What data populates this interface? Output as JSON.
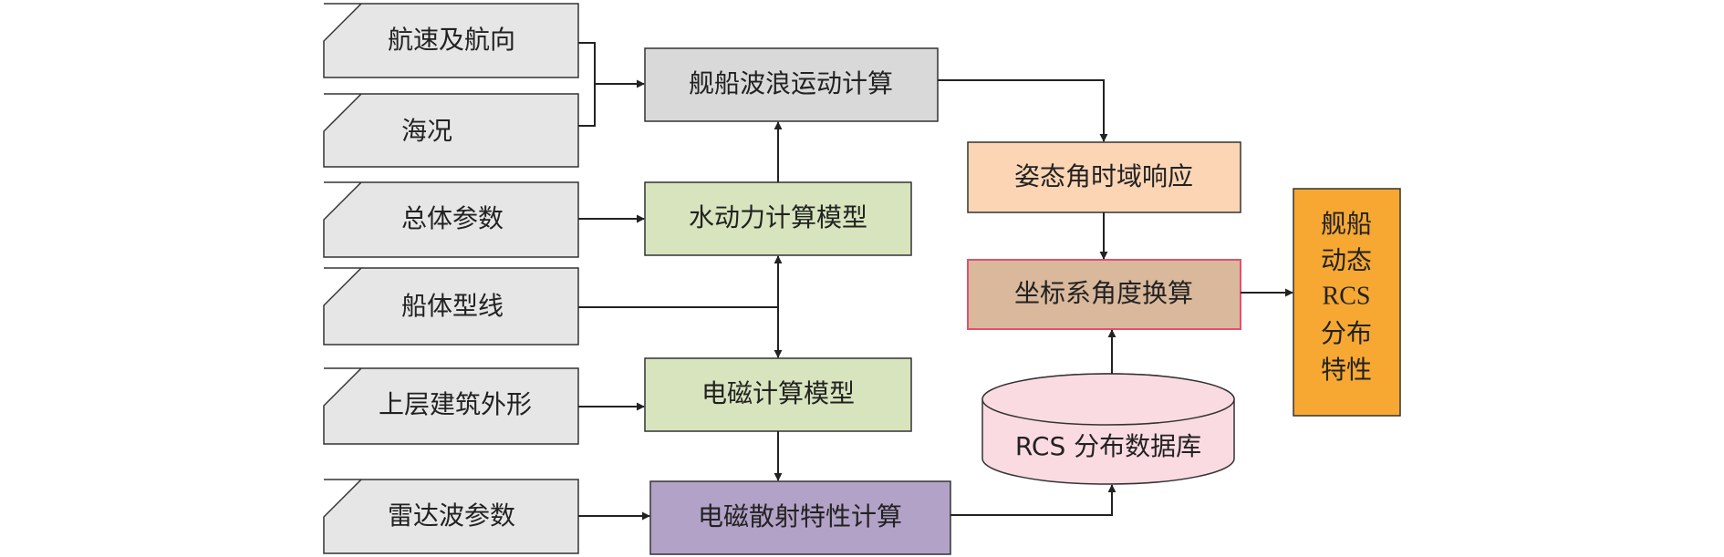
{
  "inputs": {
    "speed_heading": "航速及航向",
    "sea_state": "海况",
    "overall_params": "总体参数",
    "hull_lines": "船体型线",
    "superstructure": "上层建筑外形",
    "radar_params": "雷达波参数"
  },
  "process": {
    "ship_wave_motion": "舰船波浪运动计算",
    "hydro_model": "水动力计算模型",
    "em_model": "电磁计算模型",
    "em_scattering": "电磁散射特性计算",
    "attitude_response": "姿态角时域响应",
    "coord_transform": "坐标系角度换算"
  },
  "database": {
    "label": "RCS 分布数据库"
  },
  "output": {
    "lines": [
      "舰船",
      "动态",
      "RCS",
      "分布",
      "特性"
    ]
  },
  "colors": {
    "input_fill": "#e6e6e6",
    "wave_motion_fill": "#d9d9d9",
    "model_fill": "#d7e4bd",
    "scattering_fill": "#b3a2c7",
    "attitude_fill": "#fcd5b5",
    "coord_fill": "#d9b89c",
    "coord_border": "#e4506e",
    "db_fill": "#fadbe1",
    "output_fill": "#f6a832"
  }
}
